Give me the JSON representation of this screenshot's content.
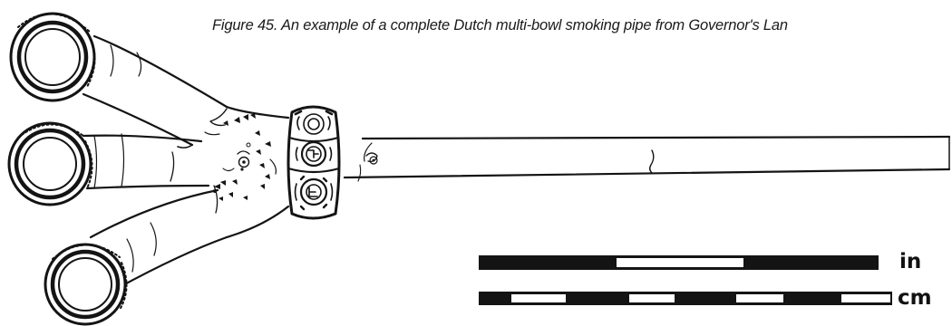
{
  "figure": {
    "caption": "Figure 45. An example of a complete Dutch multi-bowl smoking pipe from Governor's Lan",
    "scale_bar": {
      "inch_label": "in",
      "cm_label": "cm"
    }
  }
}
